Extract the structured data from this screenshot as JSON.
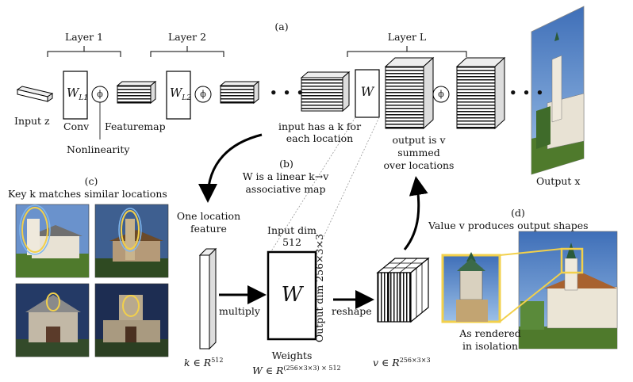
{
  "labels": {
    "panel_a": "(a)",
    "layer1": "Layer 1",
    "layer2": "Layer 2",
    "layerL": "Layer L",
    "input_z": "Input z",
    "conv": "Conv",
    "featuremap": "Featuremap",
    "nonlinearity": "Nonlinearity",
    "w_l1": "W",
    "w_l1_sub": "L1",
    "w_l2": "W",
    "w_l2_sub": "L2",
    "w_layer_l": "W",
    "phi": "ϕ",
    "ellipsis": "• • •",
    "input_has_k_line1": "input has a k for",
    "input_has_k_line2": "each location",
    "output_is_v_line1": "output is v",
    "output_is_v_line2": "summed",
    "output_is_v_line3": "over locations",
    "output_x": "Output x",
    "panel_b": "(b)",
    "w_linear_line1": "W is a linear k→v",
    "w_linear_line2": "associative map",
    "panel_c": "(c)",
    "key_k_matches": "Key k matches similar locations",
    "one_location_line1": "One location",
    "one_location_line2": "feature",
    "input_dim_line1": "Input dim",
    "input_dim_line2": "512",
    "output_dim": "Output dim 256×3×3",
    "multiply": "multiply",
    "reshape": "reshape",
    "big_w": "W",
    "weights": "Weights",
    "weights_formula": "W ∈ R",
    "weights_formula_sup": "(256×3×3) × 512",
    "k_formula": "k ∈ R",
    "k_formula_sup": "512",
    "v_formula": "v ∈ R",
    "v_formula_sup": "256×3×3",
    "panel_d": "(d)",
    "value_v_produces": "Value v produces output shapes",
    "rendered_line1": "As rendered",
    "rendered_line2": "in isolation"
  },
  "colors": {
    "highlight": "#f2d04b",
    "key_outline": "#7fb8f0",
    "sky": "#5d86c4",
    "night_sky": "#1f2f55",
    "grass": "#4f7a2c"
  }
}
